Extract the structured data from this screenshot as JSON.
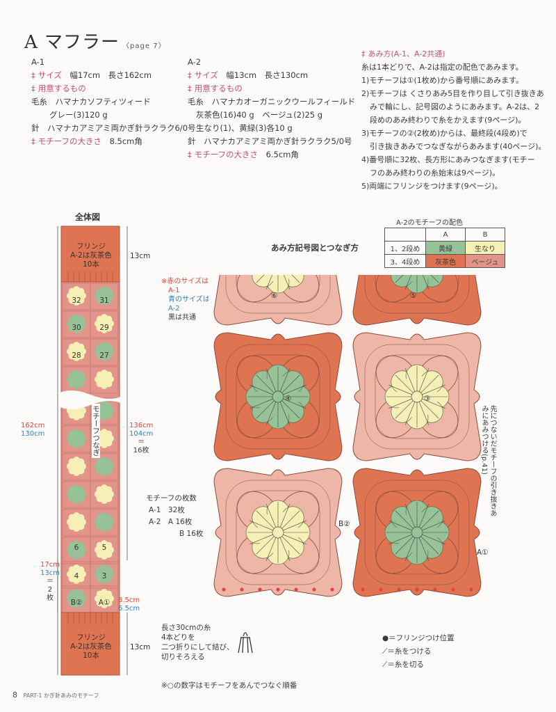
{
  "title": "A マフラー",
  "page_ref": "〈page 7〉",
  "a1": {
    "label": "A-1",
    "size_heading": "サイズ",
    "size_value": "幅17cm　長さ162cm",
    "materials_heading": "用意するもの",
    "yarn": "毛糸　ハマナカソフティツィード",
    "yarn_color": "グレー(3)120 g",
    "needle": "針　ハマナカアミアミ両かぎ針ラクラク6/0号",
    "motif_heading": "モチーフの大きさ",
    "motif_value": "8.5cm角"
  },
  "a2": {
    "label": "A-2",
    "size_heading": "サイズ",
    "size_value": "幅13cm　長さ130cm",
    "materials_heading": "用意するもの",
    "yarn": "毛糸　ハマナカオーガニックウールフィールド",
    "yarn_color1": "灰茶色(16)40 g　ベージュ(2)25 g",
    "yarn_color2": "生なり(1)、黄緑(3)各10 g",
    "needle": "針　ハマナカアミアミ両かぎ針ラクラク5/0号",
    "motif_heading": "モチーフの大きさ",
    "motif_value": "6.5cm角"
  },
  "instructions": {
    "heading": "あみ方(A-1、A-2共通)",
    "lines": [
      "糸は1本どりで、A-2は指定の配色であみます。",
      "1)モチーフは①(1枚め)から番号順にあみます。",
      "2)モチーフは くさりあみ5目を作り目して引き抜きあ",
      "みで輪にし、記号図のようにあみます。A-2は、2",
      "段めのあみ終わりで糸をかえます(9ページ)。",
      "3)モチーフの②(2枚め)からは、最終段(4段め)で",
      "引き抜きあみでつなぎながらあみます(40ページ)。",
      "4)番号順に32枚、長方形にあみつなぎます(モチー",
      "フのあみ終わりの糸始末は9ページ)。",
      "5)両端にフリンジをつけます(9ページ)。"
    ]
  },
  "overview": {
    "title": "全体図",
    "fringe_line1": "フリンジ",
    "fringe_line2": "A-2は灰茶色",
    "fringe_line3": "10本",
    "dim_13cm_top": "13cm",
    "dim_13cm_bottom": "13cm",
    "len_a1": "162cm",
    "len_a2": "130cm",
    "len_inner_a1": "136cm",
    "len_inner_a2": "104cm",
    "len_eq": "＝",
    "len_count": "16枚",
    "width_a1": "17cm",
    "width_a2": "13cm",
    "width_eq": "＝",
    "width_count1": "2",
    "width_count2": "枚",
    "motif_a1": "8.5cm",
    "motif_a2": "6.5cm",
    "join_label": "モチーフつなぎ",
    "numbers": [
      "32",
      "31",
      "30",
      "29",
      "28",
      "27",
      "6",
      "5",
      "4",
      "3",
      "B②",
      "A①"
    ]
  },
  "legend_colors": {
    "red_line1": "※赤のサイズは",
    "red_line2": "A-1",
    "blue_line1": "青のサイズは",
    "blue_line2": "A-2",
    "black_line": "黒は共通"
  },
  "motif_count": {
    "title": "モチーフの枚数",
    "row1": "A-1　32枚",
    "row2": "A-2　A 16枚",
    "row3": "B 16枚"
  },
  "fringe_note": {
    "line1": "長さ30cmの糸",
    "line2": "4本どりを",
    "line3": "二つ折りにして結び、",
    "line4": "切りそろえる"
  },
  "bottom_note": "※○の数字はモチーフをあんでつなぐ順番",
  "diagram": {
    "title": "あみ方記号図とつなぎ方",
    "numbers": [
      "⑥",
      "⑤",
      "④",
      "③"
    ],
    "b2_label": "B②",
    "a1_label": "A①",
    "side_note": "先につないだモチーフの引き抜きあみにあみつける(p.41)"
  },
  "color_table": {
    "title": "A-2のモチーフの配色",
    "col_a": "A",
    "col_b": "B",
    "row1_label": "1、2段め",
    "row1_a": "黄緑",
    "row1_b": "生なり",
    "row2_label": "3、4段め",
    "row2_a": "灰茶色",
    "row2_b": "ベージュ"
  },
  "symbols": {
    "fringe_pos": "●＝フリンジつけ位置",
    "join": "＝糸をつける",
    "cut": "＝糸を切る"
  },
  "footer": {
    "page": "8",
    "text": "PART-1 かぎ針あみのモチーフ"
  },
  "colors": {
    "pink": "#e3948a",
    "dark_coral": "#de7451",
    "light_pink": "#edb6a7",
    "green": "#97c196",
    "cream": "#f7f0b6",
    "accent": "#c2507a"
  }
}
